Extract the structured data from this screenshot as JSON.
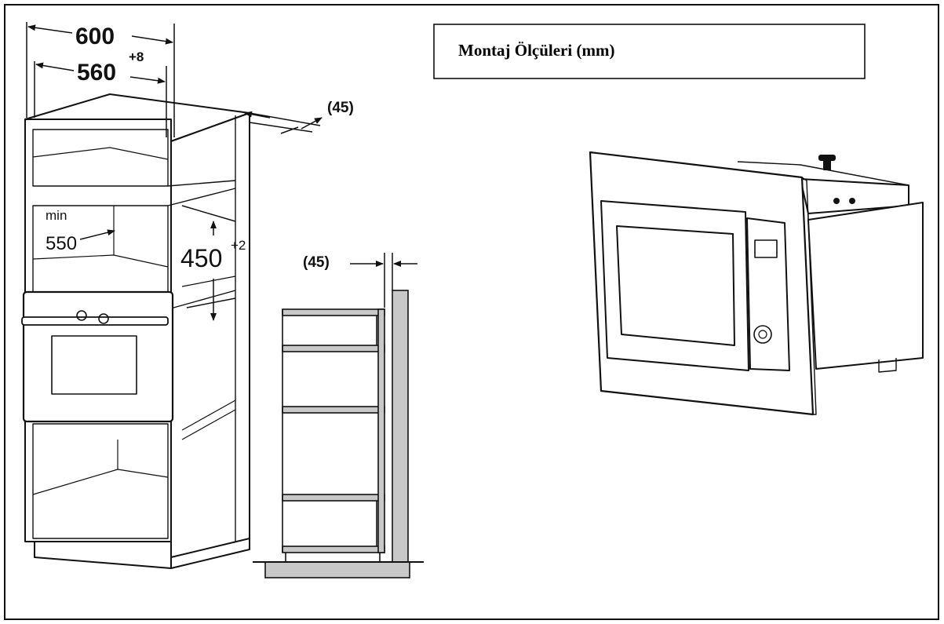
{
  "title": "Montaj Ölçüleri (mm)",
  "dimensions": {
    "width_total": "600",
    "width_niche": "560",
    "width_niche_tol": "+8",
    "gap_top": "(45)",
    "depth_label_min": "min",
    "depth_value": "550",
    "height_niche": "450",
    "height_niche_tol": "+2",
    "gap_side": "(45)"
  },
  "colors": {
    "line": "#111111",
    "fill_gray": "#c8c8c8",
    "background": "#ffffff"
  }
}
